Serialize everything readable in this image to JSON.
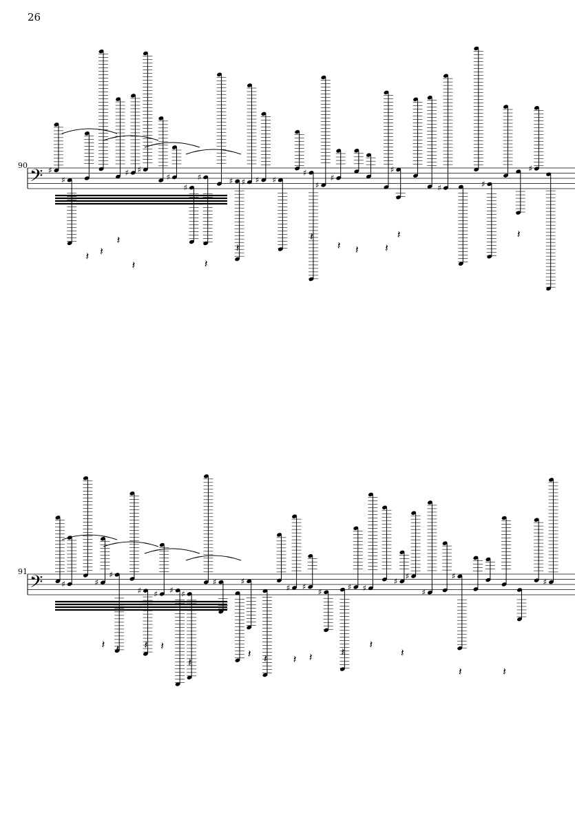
{
  "page": {
    "number": "26"
  },
  "systems": [
    {
      "measure_number": "90"
    },
    {
      "measure_number": "91"
    }
  ]
}
